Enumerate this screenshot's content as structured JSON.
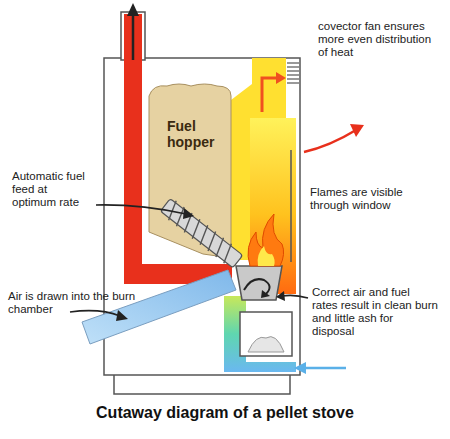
{
  "diagram": {
    "caption": "Cutaway diagram of a pellet stove",
    "nodes": [
      {
        "text": [
          "Fuel hopper"
        ]
      }
    ],
    "labels": [
      "covector fan ensures more even distribution of heat",
      "Automatic fuel feed at optimum rate",
      "Flames are visible through window",
      "Air is drawn into the burn chamber",
      "Correct air and fuel rates result in clean burn and little ash for disposal"
    ]
  }
}
